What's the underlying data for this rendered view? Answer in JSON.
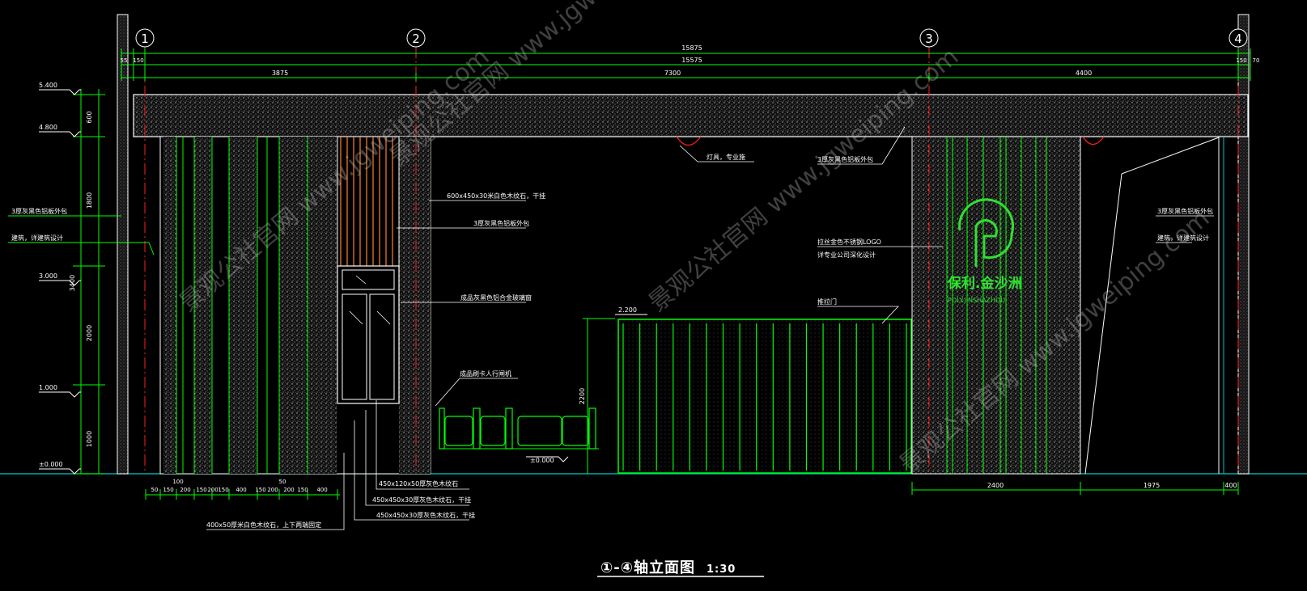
{
  "drawing": {
    "title": "①-④轴立面图",
    "scale": "1:30"
  },
  "axes": [
    "1",
    "2",
    "3",
    "4"
  ],
  "dimensions": {
    "total_outer": "15875",
    "total_inner": "15575",
    "left_edge_a": "55",
    "left_edge_b": "150",
    "right_edge_a": "150",
    "right_edge_b": "70",
    "span_1_2": "3875",
    "span_2_3": "7300",
    "span_3_4": "4400",
    "vertical_top": "600",
    "vertical_mid_upper": "1800",
    "vertical_mid": "3400",
    "vertical_2000": "2000",
    "vertical_bottom": "1000",
    "gate_height": "2200",
    "bottom_right": [
      "2400",
      "1975",
      "400"
    ],
    "bottom_left_top": [
      "100",
      "50"
    ],
    "bottom_left": [
      "50",
      "150",
      "200",
      "150",
      "200",
      "150",
      "400",
      "150",
      "200",
      "200",
      "150",
      "400"
    ]
  },
  "levels": [
    "5.400",
    "4.800",
    "3.000",
    "1.000",
    "±0.000"
  ],
  "level_marks": {
    "gate_top": "2.200",
    "ground_mid": "±0.000"
  },
  "annotations": {
    "left_cladding": "3厚灰黑色铝板外包",
    "left_arch": "建筑，详建筑设计",
    "stone_600": "600x450x30米白色木纹石，干挂",
    "alu_clad_mid": "3厚灰黑色铝板外包",
    "window": "成品灰黑色铝合金玻璃窗",
    "turnstile": "成品刷卡人行闸机",
    "lamp": "灯具，专业施",
    "alu_clad_top": "3厚灰黑色铝板外包",
    "logo_note_1": "拉丝金色不锈钢LOGO",
    "logo_note_2": "详专业公司深化设计",
    "sliding_gate": "推拉门",
    "right_cladding": "3厚灰黑色铝板外包",
    "right_arch": "建筑，详建筑设计",
    "stone_450_1": "450x120x50厚灰色木纹石",
    "stone_450_2": "450x450x30厚灰色木纹石，干挂",
    "stone_450_3": "450x450x30厚灰色木纹石，干挂",
    "stone_400": "400x50厚米白色木纹石，上下两端固定"
  },
  "logo": {
    "brand_cn": "保利.金沙洲",
    "brand_en": "POLY.JINSHAZHOU"
  },
  "watermark": "景观公社官网 www.jgweiping.com",
  "colors": {
    "background": "#000000",
    "line_green": "#00ff00",
    "line_white": "#ffffff",
    "axis_red": "#ff2020",
    "cyan": "#00c8c8",
    "orange": "#ff8030",
    "logo_green": "#30e030"
  }
}
